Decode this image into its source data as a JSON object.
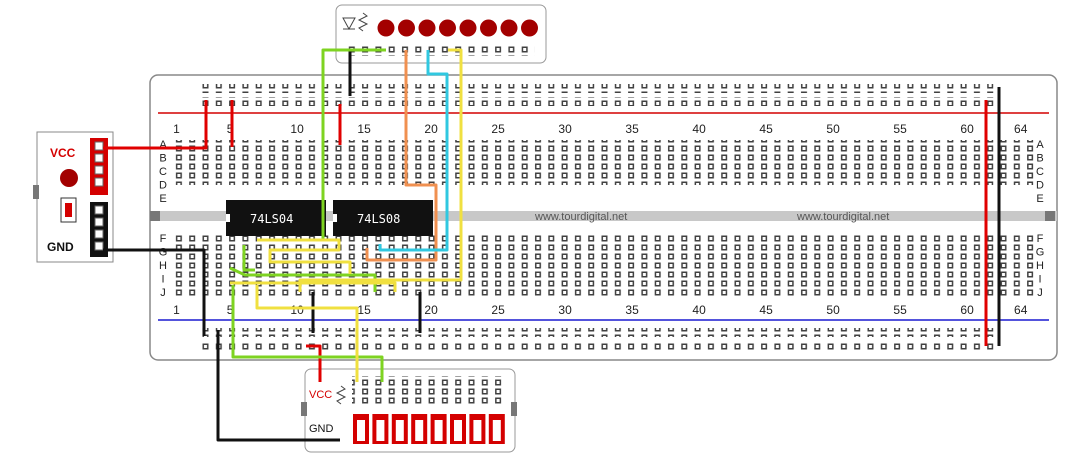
{
  "board": {
    "column_numbers": [
      "1",
      "5",
      "10",
      "15",
      "20",
      "25",
      "30",
      "35",
      "40",
      "45",
      "50",
      "55",
      "60",
      "64"
    ],
    "column_positions": [
      1,
      5,
      10,
      15,
      20,
      25,
      30,
      35,
      40,
      45,
      50,
      55,
      60,
      64
    ],
    "top_row_letters": [
      "A",
      "B",
      "C",
      "D",
      "E"
    ],
    "bottom_row_letters": [
      "F",
      "G",
      "H",
      "I",
      "J"
    ],
    "watermark": "www.tourdigital.net",
    "colors": {
      "power_rail": "#d40000",
      "ground_rail": "#1a1ad0",
      "board": "#ffffff",
      "gap": "#c8c8c8"
    }
  },
  "chips": [
    {
      "name": "chip-74ls04",
      "label": "74LS04"
    },
    {
      "name": "chip-74ls08",
      "label": "74LS08"
    }
  ],
  "power_module": {
    "vcc_label": "VCC",
    "gnd_label": "GND"
  },
  "switch_module": {
    "vcc_label": "VCC",
    "gnd_label": "GND",
    "switch_count": 8
  },
  "led_module": {
    "led_count": 8,
    "led_color": "#a30000"
  },
  "wire_colors": {
    "red": "#e00000",
    "black": "#111111",
    "green": "#7ed321",
    "yellow": "#f0e040",
    "orange": "#f09050",
    "cyan": "#30c8e0"
  }
}
